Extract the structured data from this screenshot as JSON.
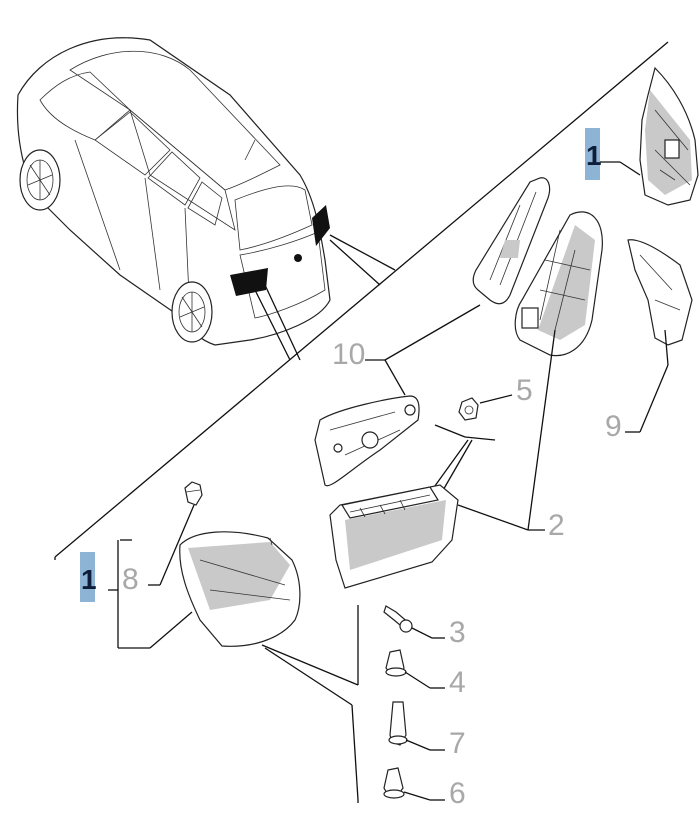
{
  "callouts": {
    "c1_top": "1",
    "c1_left": "1",
    "c2": "2",
    "c3": "3",
    "c4": "4",
    "c5": "5",
    "c6": "6",
    "c7": "7",
    "c8": "8",
    "c9": "9",
    "c10": "10"
  },
  "colors": {
    "highlight": "#8db4d4",
    "highlight_text": "#0e1e3a",
    "callout_text": "#a8a8a8",
    "line": "#111111"
  }
}
